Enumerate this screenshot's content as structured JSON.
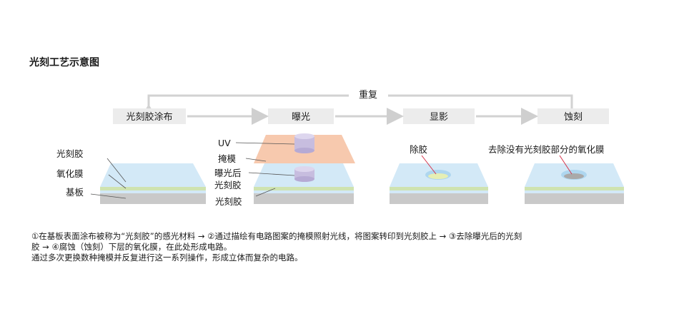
{
  "title": "光刻工艺示意图",
  "repeat_label": "重复",
  "steps": [
    {
      "label": "光刻胶涂布"
    },
    {
      "label": "曝光"
    },
    {
      "label": "显影"
    },
    {
      "label": "蚀刻"
    }
  ],
  "annotations": {
    "photoresist": "光刻胶",
    "oxide_film": "氧化膜",
    "substrate": "基板",
    "uv": "UV",
    "mask": "掩模",
    "exposed_photoresist_line1": "曝光后",
    "exposed_photoresist_line2": "光刻胶",
    "photoresist_2": "光刻胶",
    "resist_removal": "除胶",
    "remove_unprotected_oxide": "去除没有光刻胶部分的氧化膜"
  },
  "description": {
    "line1": "①在基板表面涂布被称为“光刻胶”的感光材料 → ②通过描绘有电路图案的掩模照射光线，将图案转印到光刻胶上 → ③去除曝光后的光刻",
    "line2": "胶 → ④腐蚀（蚀刻）下层的氧化膜，在此处形成电路。",
    "line3": "通过多次更换数种掩模并反复进行这一系列操作，形成立体而复杂的电路。"
  },
  "colors": {
    "photoresist": "#d3e9f7",
    "oxide": "#cfe3b0",
    "substrate": "#c9c9c9",
    "mask": "#f7c9ae",
    "uv_light": "#c7bddf",
    "exposed": "#cfc2e3",
    "label_box": "#ececec",
    "arrow": "#cfcfcf",
    "pointer": "#d6334a"
  }
}
